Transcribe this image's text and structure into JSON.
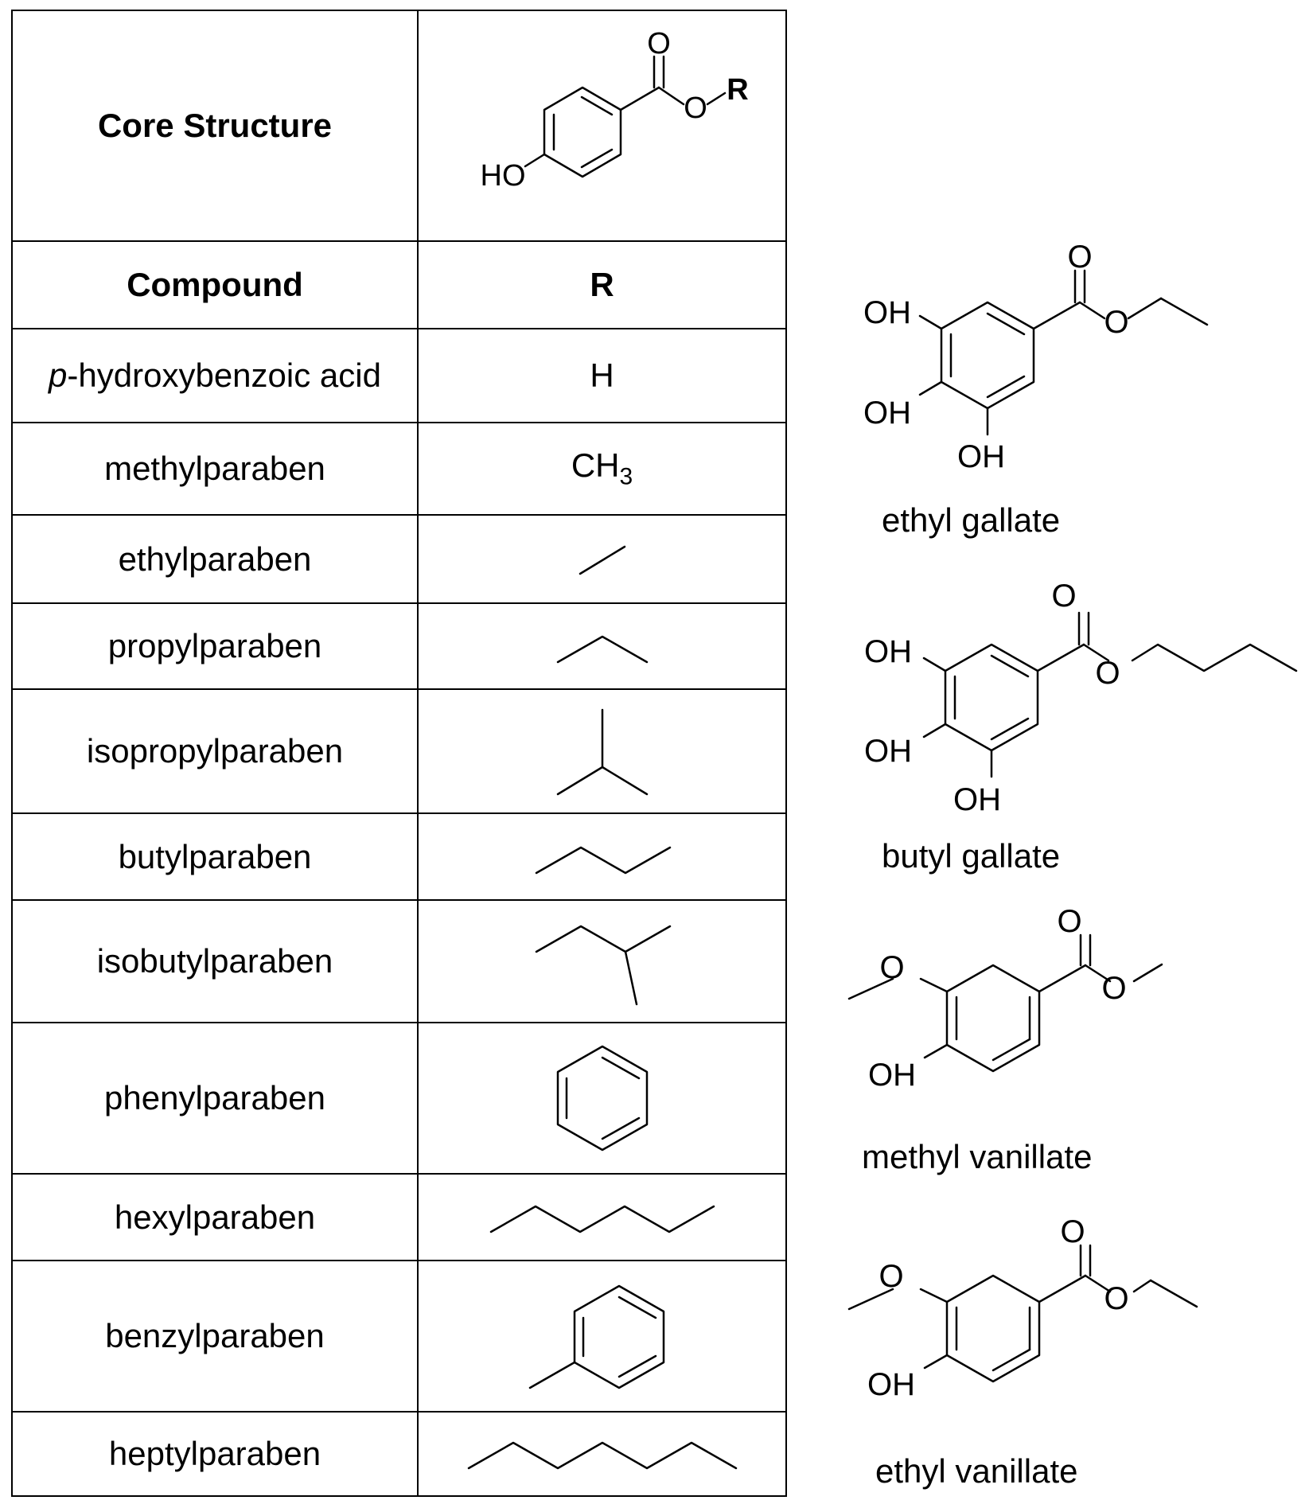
{
  "header": {
    "core_label": "Core Structure",
    "compound_label": "Compound",
    "r_label": "R",
    "core_atoms": {
      "o_double": "O",
      "o_ester": "O",
      "r": "R",
      "ho": "HO"
    }
  },
  "rows": [
    {
      "prefix": "p",
      "name": "-hydroxybenzoic acid",
      "r_text": "H"
    },
    {
      "name": "methylparaben",
      "r_text_main": "CH",
      "r_text_sub": "3"
    },
    {
      "name": "ethylparaben",
      "r_icon": "ethyl-chain-icon"
    },
    {
      "name": "propylparaben",
      "r_icon": "propyl-chain-icon"
    },
    {
      "name": "isopropylparaben",
      "r_icon": "isopropyl-branch-icon"
    },
    {
      "name": "butylparaben",
      "r_icon": "butyl-chain-icon"
    },
    {
      "name": "isobutylparaben",
      "r_icon": "isobutyl-branch-icon"
    },
    {
      "name": "phenylparaben",
      "r_icon": "benzene-ring-icon"
    },
    {
      "name": "hexylparaben",
      "r_icon": "hexyl-chain-icon"
    },
    {
      "name": "benzylparaben",
      "r_icon": "benzyl-group-icon"
    },
    {
      "name": "heptylparaben",
      "r_icon": "heptyl-chain-icon"
    }
  ],
  "side_compounds": [
    {
      "name": "ethyl gallate",
      "atoms": {
        "o_double": "O",
        "o_ester": "O",
        "oh1": "OH",
        "oh2": "OH",
        "oh3": "OH"
      }
    },
    {
      "name": "butyl gallate",
      "atoms": {
        "o_double": "O",
        "o_ester": "O",
        "oh1": "OH",
        "oh2": "OH",
        "oh3": "OH"
      }
    },
    {
      "name": "methyl vanillate",
      "atoms": {
        "o_double": "O",
        "o_ester": "O",
        "o_methoxy": "O",
        "oh": "OH"
      }
    },
    {
      "name": "ethyl vanillate",
      "atoms": {
        "o_double": "O",
        "o_ester": "O",
        "o_methoxy": "O",
        "oh": "OH"
      }
    }
  ]
}
